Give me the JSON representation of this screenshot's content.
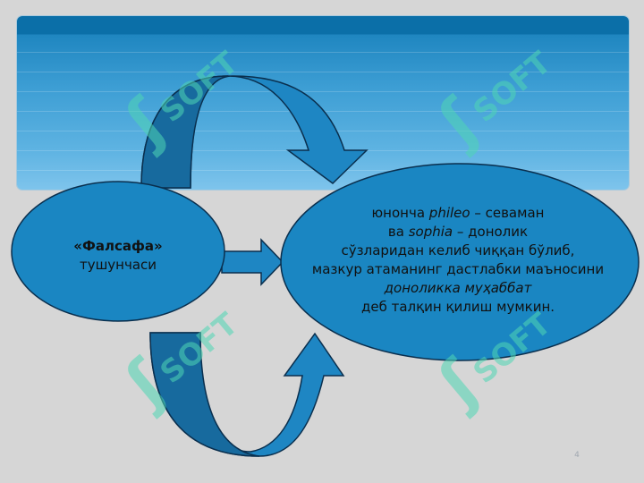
{
  "left_oval": {
    "title": "«Фалсафа»",
    "subtitle": "тушунчаси"
  },
  "right_oval": {
    "line1_pre": "юнонча ",
    "line1_em": "phileo",
    "line1_post": " – севаман",
    "line2_pre": "ва ",
    "line2_em": "sophia ",
    "line2_post": " – донолик",
    "line3": "сўзларидан келиб чиққан бўлиб,",
    "line4": "мазкур атаманинг дастлабки маъносини",
    "line5_em": "доноликка муҳаббат",
    "line6": "деб талқин қилиш мумкин."
  },
  "watermark": {
    "text": "SOFT",
    "color": "#4fd6b4"
  },
  "page_number": "4",
  "colors": {
    "oval_fill": "#1a86c2",
    "oval_stroke": "#0a2f4e",
    "arrow_light": "#1e86c3",
    "arrow_dark": "#176a9e",
    "banner_top": "#0b6fa8"
  }
}
